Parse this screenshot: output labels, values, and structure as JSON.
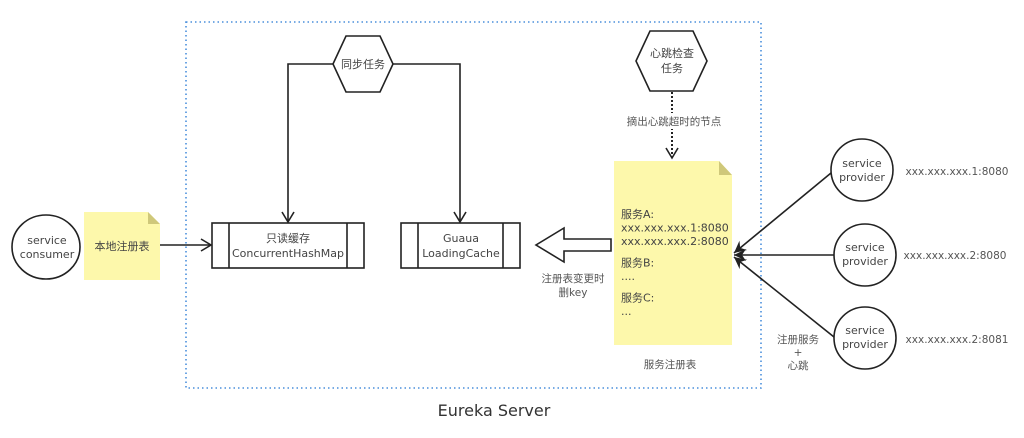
{
  "server": {
    "title": "Eureka Server",
    "border_color": "#4a8fdc"
  },
  "consumer": {
    "label_line1": "service",
    "label_line2": "consumer"
  },
  "local_registry": {
    "label": "本地注册表"
  },
  "sync_task": {
    "label": "同步任务"
  },
  "readonly_cache": {
    "line1": "只读缓存",
    "line2": "ConcurrentHashMap"
  },
  "loading_cache": {
    "line1": "Guaua",
    "line2": "LoadingCache"
  },
  "heartbeat_task": {
    "line1": "心跳检查",
    "line2": "任务"
  },
  "evict_label": "摘出心跳超时的节点",
  "change_label": {
    "line1": "注册表变更时",
    "line2": "删key"
  },
  "registry": {
    "caption": "服务注册表",
    "lines": [
      "服务A:",
      "xxx.xxx.xxx.1:8080",
      "xxx.xxx.xxx.2:8080",
      "",
      "服务B:",
      "....",
      "",
      "服务C:",
      "..."
    ]
  },
  "register_label": {
    "line1": "注册服务",
    "line2": "+",
    "line3": "心跳"
  },
  "providers": [
    {
      "line1": "service",
      "line2": "provider",
      "address": "xxx.xxx.xxx.1:8080"
    },
    {
      "line1": "service",
      "line2": "provider",
      "address": "xxx.xxx.xxx.2:8080"
    },
    {
      "line1": "service",
      "line2": "provider",
      "address": "xxx.xxx.xxx.2:8081"
    }
  ],
  "colors": {
    "note_fill": "#fdf8ab",
    "note_fold": "#cfc87a",
    "line": "#222222"
  }
}
